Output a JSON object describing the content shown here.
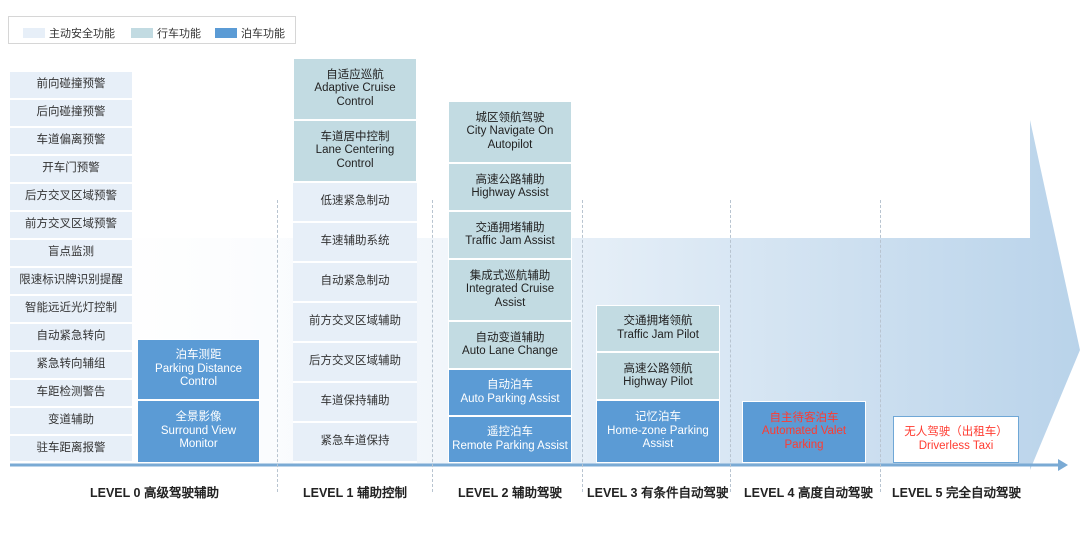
{
  "legend": [
    {
      "label": "主动安全功能",
      "color": "#e7eff8"
    },
    {
      "label": "行车功能",
      "color": "#c2dbe2"
    },
    {
      "label": "泊车功能",
      "color": "#5b9bd5"
    }
  ],
  "level0": {
    "title": "LEVEL 0 高级驾驶辅助",
    "active": [
      "前向碰撞预警",
      "后向碰撞预警",
      "车道偏离预警",
      "开车门预警",
      "后方交叉区域预警",
      "前方交叉区域预警",
      "盲点监测",
      "限速标识牌识别提醒",
      "智能远近光灯控制",
      "自动紧急转向",
      "紧急转向辅组",
      "车距检测警告",
      "变道辅助",
      "驻车距离报警"
    ],
    "parking": [
      [
        "泊车测距",
        "Parking Distance",
        "Control"
      ],
      [
        "全景影像",
        "Surround View",
        "Monitor"
      ]
    ]
  },
  "level1": {
    "title": "LEVEL 1 辅助控制",
    "driving": [
      [
        "自适应巡航",
        "Adaptive Cruise",
        "Control"
      ],
      [
        "车道居中控制",
        "Lane Centering",
        "Control"
      ]
    ],
    "active": [
      "低速紧急制动",
      "车速辅助系统",
      "自动紧急制动",
      "前方交叉区域辅助",
      "后方交叉区域辅助",
      "车道保持辅助",
      "紧急车道保持"
    ]
  },
  "level2": {
    "title": "LEVEL 2 辅助驾驶",
    "driving": [
      [
        "城区领航驾驶",
        "City Navigate On",
        "Autopilot"
      ],
      [
        "高速公路辅助",
        "Highway Assist"
      ],
      [
        "交通拥堵辅助",
        "Traffic Jam Assist"
      ],
      [
        "集成式巡航辅助",
        "Integrated Cruise",
        "Assist"
      ],
      [
        "自动变道辅助",
        "Auto Lane Change"
      ]
    ],
    "parking": [
      [
        "自动泊车",
        "Auto Parking Assist"
      ],
      [
        "遥控泊车",
        "Remote Parking Assist"
      ]
    ]
  },
  "level3": {
    "title": "LEVEL 3 有条件自动驾驶",
    "driving": [
      [
        "交通拥堵领航",
        "Traffic Jam Pilot"
      ],
      [
        "高速公路领航",
        "Highway Pilot"
      ]
    ],
    "parking": [
      [
        "记忆泊车",
        "Home-zone Parking",
        "Assist"
      ]
    ]
  },
  "level4": {
    "title": "LEVEL 4 高度自动驾驶",
    "parking": [
      [
        "自主待客泊车",
        "Automated Valet",
        "Parking"
      ]
    ]
  },
  "level5": {
    "title": "LEVEL 5 完全自动驾驶",
    "box": [
      [
        "无人驾驶（出租车）",
        "Driverless Taxi"
      ]
    ]
  }
}
